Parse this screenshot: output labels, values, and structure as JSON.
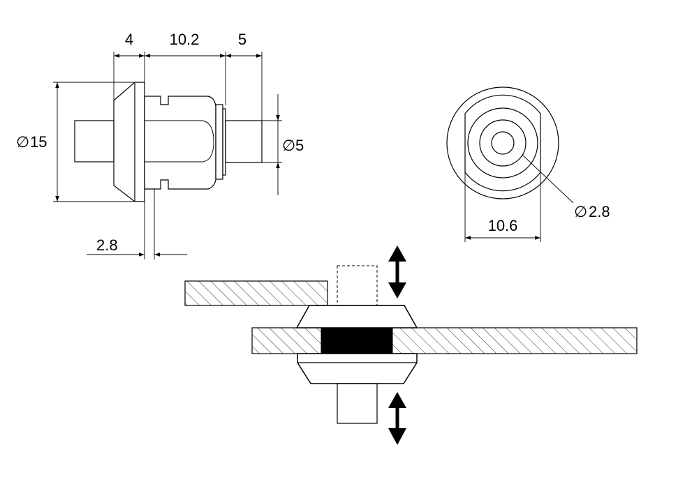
{
  "side_view": {
    "dim_flange_width": "4",
    "dim_body_length": "10.2",
    "dim_collar_length": "5",
    "dim_flange_diameter": "15",
    "dim_plunger_diameter": "5",
    "dim_slot_width": "2.8"
  },
  "front_view": {
    "dim_flat_width": "10.6",
    "dim_hole_diameter": "2.8"
  },
  "diameter_symbol": "∅",
  "colors": {
    "line": "#000000",
    "background": "#ffffff"
  },
  "icons": [
    "double-arrow-icon",
    "diameter-symbol"
  ]
}
